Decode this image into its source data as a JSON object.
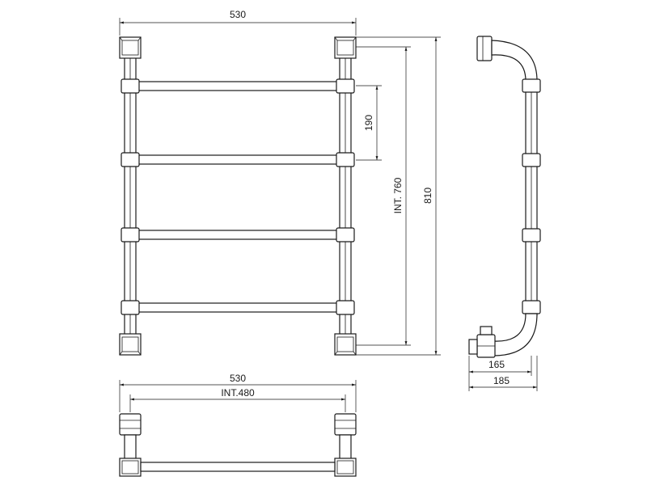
{
  "drawing": {
    "front_view": {
      "width_label": "530",
      "rail_spacing_label": "190",
      "interaxis_height_label": "INT. 760",
      "overall_height_label": "810"
    },
    "side_view": {
      "depth_inner_label": "165",
      "depth_outer_label": "185"
    },
    "top_view": {
      "width_label": "530",
      "interaxis_width_label": "INT.480"
    }
  }
}
